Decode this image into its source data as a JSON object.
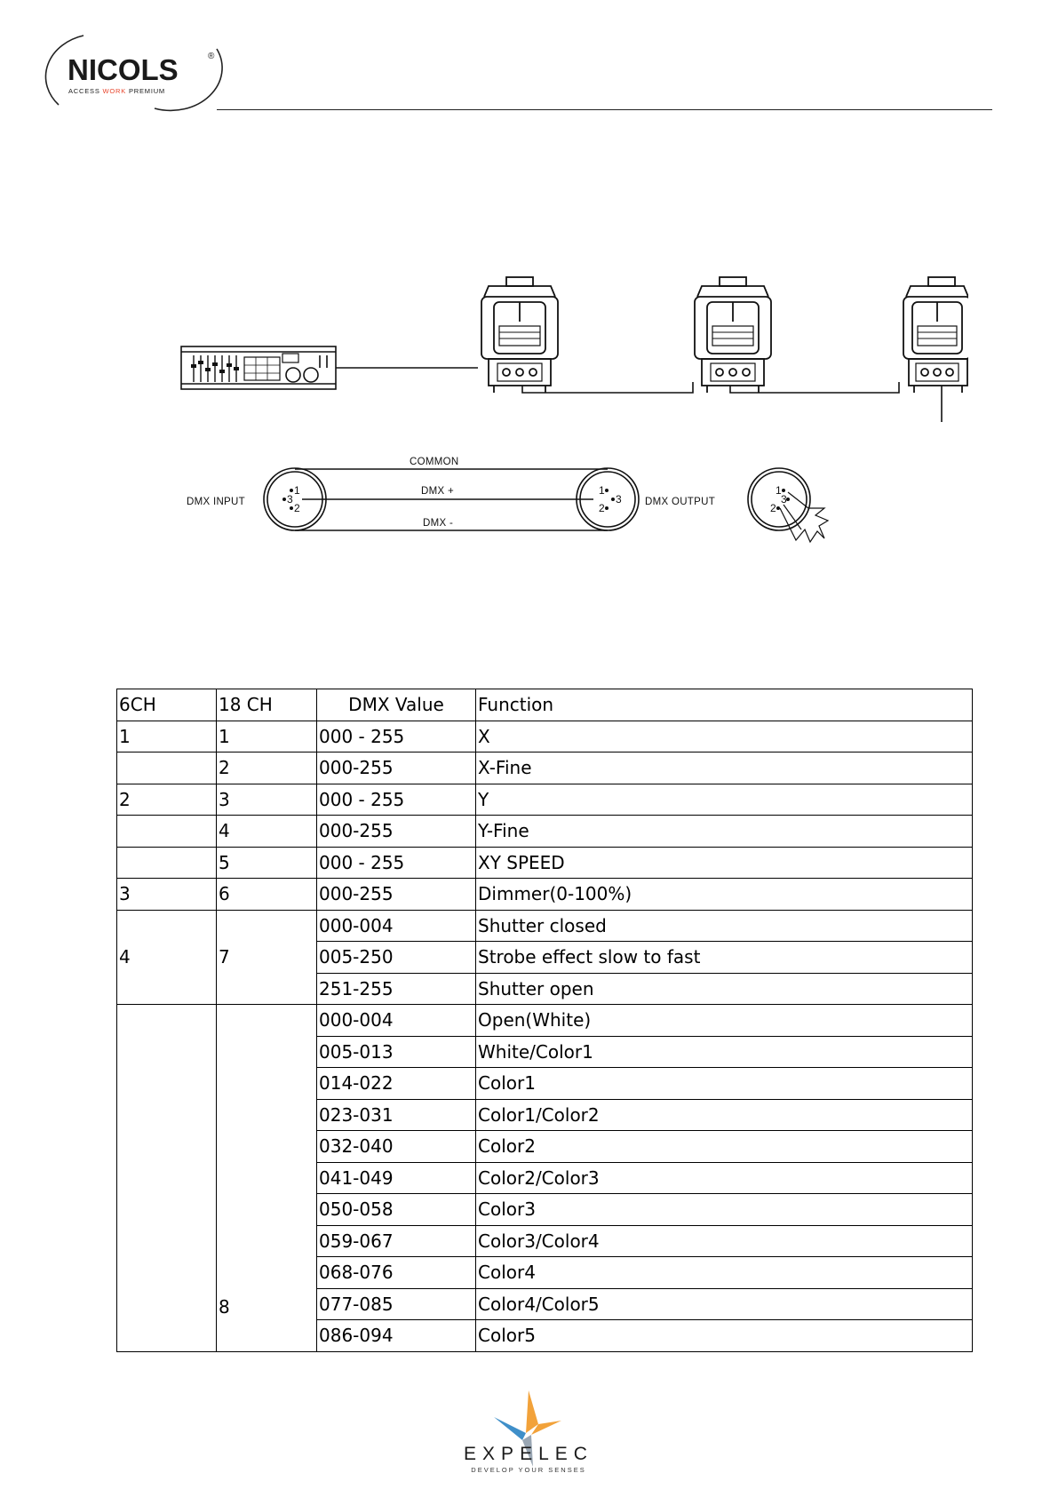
{
  "header": {
    "brand": "NICOLS",
    "registered": "®",
    "tagline_part1": "ACCESS ",
    "tagline_part2": "WORK",
    "tagline_part3": " PREMIUM",
    "tagline_accent_color": "#e8452c"
  },
  "diagram": {
    "common_label": "COMMON",
    "dmx_plus_label": "DMX +",
    "dmx_minus_label": "DMX -",
    "input_label": "DMX INPUT",
    "output_label": "DMX OUTPUT",
    "pin1": "1",
    "pin2": "2",
    "pin3": "3"
  },
  "table": {
    "headers": [
      "6CH",
      "18 CH",
      "DMX Value",
      "Function"
    ],
    "rows": [
      [
        "1",
        "1",
        "000 - 255",
        "X"
      ],
      [
        "",
        "2",
        "000-255",
        "X-Fine"
      ],
      [
        "2",
        "3",
        "000 - 255",
        "Y"
      ],
      [
        "",
        "4",
        "000-255",
        "Y-Fine"
      ],
      [
        "",
        "5",
        "000 - 255",
        "XY SPEED"
      ],
      [
        "3",
        "6",
        "000-255",
        "Dimmer(0-100%)"
      ]
    ],
    "group7": {
      "ch6": "4",
      "ch18": "7",
      "rows": [
        [
          "000-004",
          "Shutter closed"
        ],
        [
          "005-250",
          "Strobe effect slow to fast"
        ],
        [
          "251-255",
          "Shutter open"
        ]
      ]
    },
    "group8": {
      "ch6": "",
      "ch18": "8",
      "rows": [
        [
          "000-004",
          "Open(White)"
        ],
        [
          "005-013",
          "White/Color1"
        ],
        [
          "014-022",
          "Color1"
        ],
        [
          "023-031",
          "Color1/Color2"
        ],
        [
          "032-040",
          "Color2"
        ],
        [
          "041-049",
          "Color2/Color3"
        ],
        [
          "050-058",
          "Color3"
        ],
        [
          "059-067",
          "Color3/Color4"
        ],
        [
          "068-076",
          "Color4"
        ],
        [
          "077-085",
          "Color4/Color5"
        ],
        [
          "086-094",
          "Color5"
        ]
      ]
    }
  },
  "footer": {
    "brand": "EXPELEC",
    "tagline": "DEVELOP YOUR SENSES",
    "logo_colors": [
      "#f2a23a",
      "#3f8fc9",
      "#9aa7b4"
    ]
  }
}
